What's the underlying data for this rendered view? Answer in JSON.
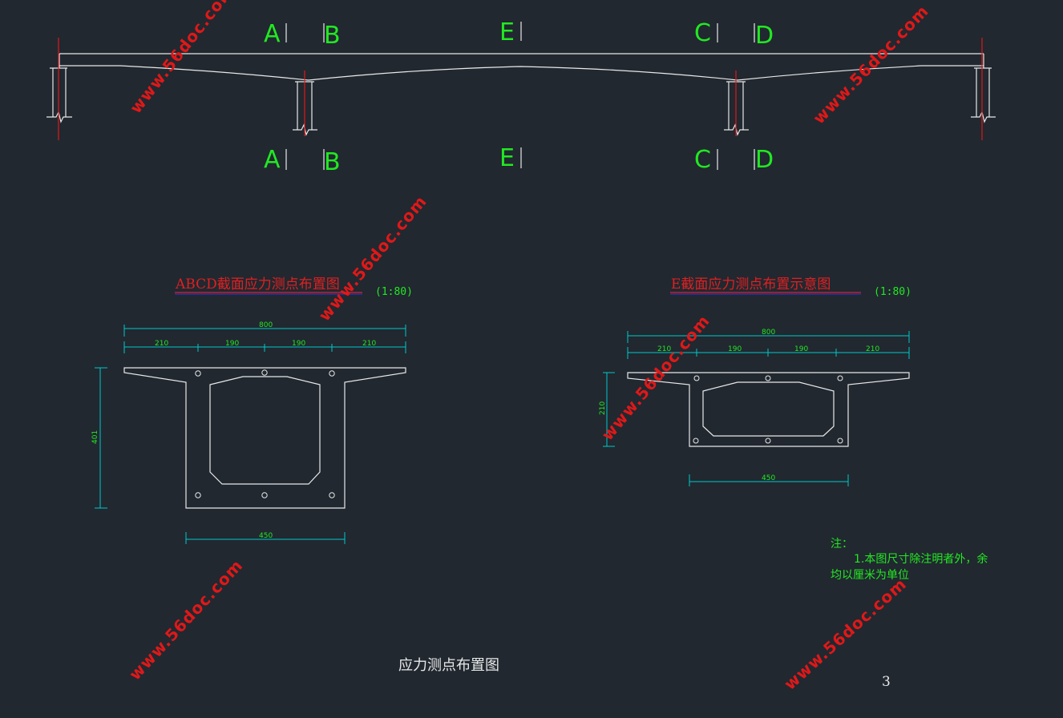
{
  "elevation": {
    "top_labels": [
      "A",
      "B",
      "E",
      "C",
      "D"
    ],
    "bottom_labels": [
      "A",
      "B",
      "E",
      "C",
      "D"
    ]
  },
  "section_abcd": {
    "title": "ABCD截面应力测点布置图",
    "scale": "(1:80)",
    "dims": {
      "overall_width": "800",
      "segments": [
        "210",
        "190",
        "190",
        "210"
      ],
      "height": "401",
      "bottom_width": "450"
    }
  },
  "section_e": {
    "title": "E截面应力测点布置示意图",
    "scale": "(1:80)",
    "dims": {
      "overall_width": "800",
      "segments": [
        "210",
        "190",
        "190",
        "210"
      ],
      "height": "210",
      "bottom_width": "450"
    }
  },
  "notes": {
    "label": "注：",
    "line1": "1.本图尺寸除注明者外，余",
    "line2": "均以厘米为单位"
  },
  "sheet": {
    "title": "应力测点布置图",
    "page_number": "3"
  },
  "watermark": {
    "text": "www.56doc.com"
  },
  "colors": {
    "background": "#212830",
    "label_green": "#22e822",
    "title_red": "#e02020",
    "dimension_cyan": "#00c8c8",
    "line_white": "#e8e8e8"
  }
}
